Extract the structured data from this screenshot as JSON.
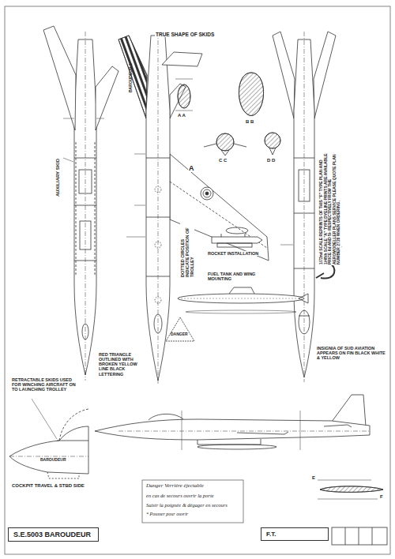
{
  "diagram": {
    "nodes": [
      {
        "text": [
          "S.E.5003 BAROUDEUR"
        ]
      },
      {
        "text": [
          "F.T."
        ]
      }
    ],
    "labels": [
      "TRUE SHAPE OF SKIDS",
      "A A",
      "B B",
      "C C",
      "D D",
      "AUXILIARY SKID",
      "DOTTED CIRCLES INDICATE POSITION OF TROLLEY",
      "ROCKET INSTALLATION",
      "FUEL TANK AND WING MOUNTING",
      "1/72nd SCALE REPRINTS OF THIS \"F\" TYPE PLAN AND 1/48th SCALE \"A\" TYPE DYELINE PRINTS ARE AVAILABLE PRICE 6d AND 5/- RESPECTIVELY FROM THE AEROMODELLER PLANS SERVICE PLEASE QUOTE PLAN NUMBER 2720 WHEN ORDERING.",
      "INSIGNIA OF SUD AVIATION APPEARS ON FIN BLACK WHITE & YELLOW",
      "RED TRIANGLE OUTLINED WITH BROKEN YELLOW LINE BLACK LETTERING",
      "RETRACTABLE SKIDS USED FOR WINCHING AIRCRAFT ON TO LAUNCHING TROLLEY",
      "COCKPIT TRAVEL & STBD SIDE",
      "BAROUDEUR 1",
      "BAROUDEUR",
      "DANGER",
      "Danger Verrière éjectable",
      "en cas de secours ouvrir la porte",
      "Saisir la poignée & dégager en secours",
      "* Pousser pour ouvrir",
      "A",
      "E",
      "F"
    ]
  }
}
